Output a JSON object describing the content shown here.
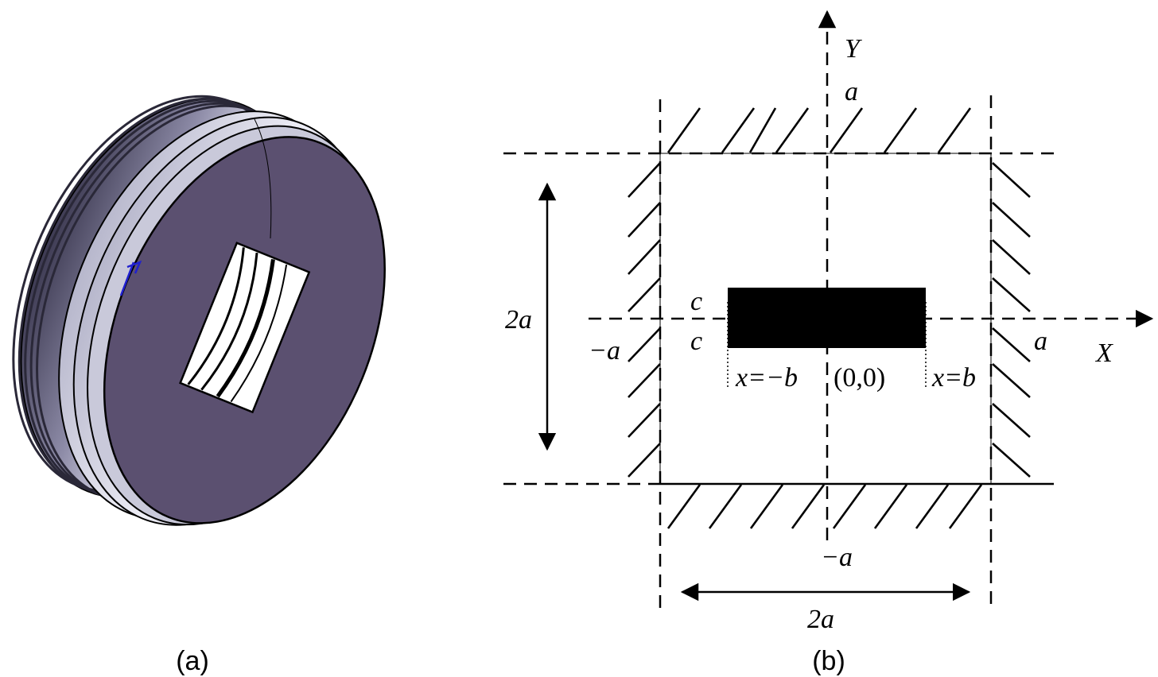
{
  "panel_a": {
    "caption": "(a)"
  },
  "panel_b": {
    "caption": "(b)",
    "labels": {
      "y_axis": "Y",
      "x_axis": "X",
      "a_top": "a",
      "a_right": "a",
      "neg_a_left": "−a",
      "neg_a_bottom": "−a",
      "c_upper": "c",
      "c_lower": "c",
      "height_dim": "2a",
      "width_dim": "2a",
      "x_neg_b": "x=−b",
      "x_pos_b": "x=b",
      "origin": "(0,0)"
    }
  },
  "colors": {
    "face": "#5b5070",
    "rim_light": "#e4e4f0",
    "rim_mid": "#a9a9c2",
    "rim_dark": "#4a4560",
    "ink": "#000000"
  }
}
